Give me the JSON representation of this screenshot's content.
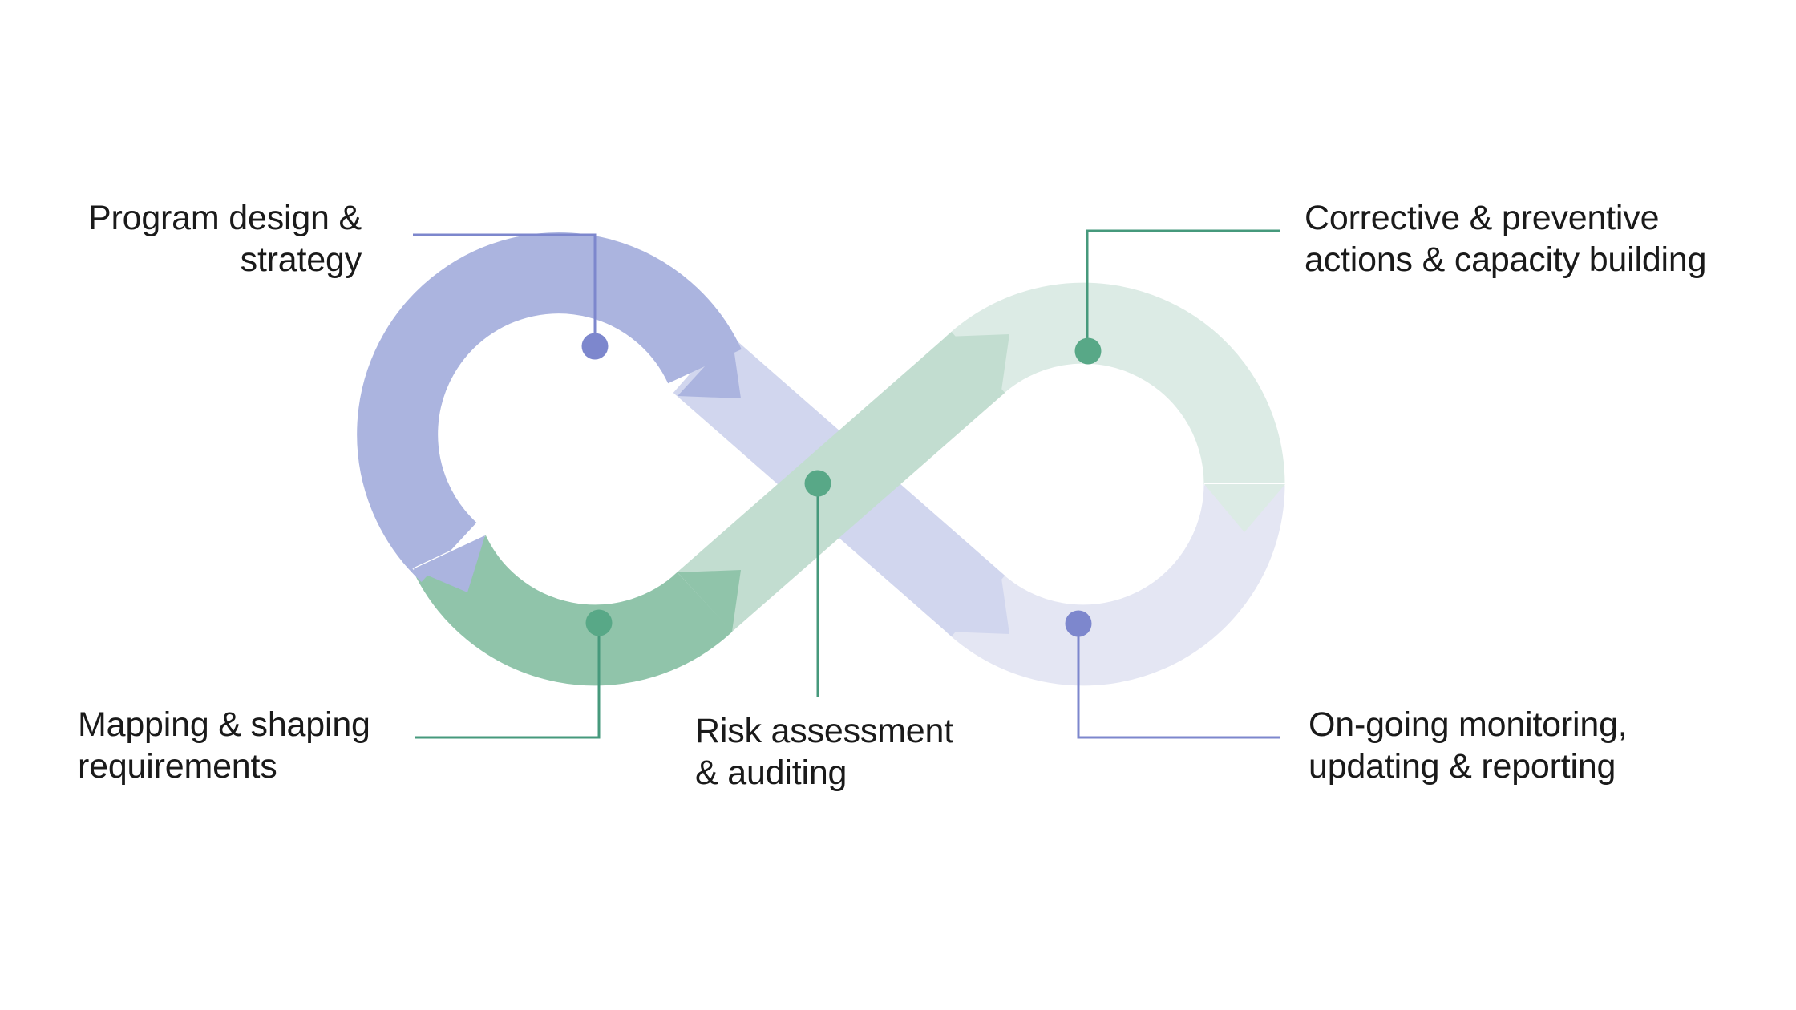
{
  "diagram": {
    "kind": "infinity-loop-process",
    "background": "#ffffff",
    "text_color": "#1a1a1a",
    "colors": {
      "medium_purple": "#abb4df",
      "light_purple": "#d1d6ee",
      "pale_purple": "#e4e6f3",
      "medium_green": "#90c4aa",
      "light_green": "#c2ddd0",
      "pale_green": "#dcebe5",
      "purple_accent": "#7d87cd",
      "green_dot": "#58a887",
      "green_line": "#46997c",
      "seam": "#ffffff"
    },
    "stages": [
      {
        "id": "program-design",
        "position": "top-left",
        "line1": "Program design &",
        "line2": "strategy",
        "dot_color": "#7d87cd",
        "segment_color": "#abb4df"
      },
      {
        "id": "mapping-shaping",
        "position": "bottom-left",
        "line1": "Mapping & shaping",
        "line2": "requirements",
        "dot_color": "#58a887",
        "segment_color": "#90c4aa"
      },
      {
        "id": "risk-assessment",
        "position": "center",
        "line1": "Risk assessment",
        "line2": "& auditing",
        "dot_color": "#58a887",
        "segment_color": "#c2ddd0"
      },
      {
        "id": "corrective-preventive",
        "position": "top-right",
        "line1": "Corrective & preventive",
        "line2": "actions & capacity building",
        "dot_color": "#58a887",
        "segment_color": "#dcebe5"
      },
      {
        "id": "ongoing-monitoring",
        "position": "bottom-right",
        "line1": "On-going monitoring,",
        "line2": "updating & reporting",
        "dot_color": "#7d87cd",
        "segment_color": "#e4e6f3"
      }
    ]
  }
}
